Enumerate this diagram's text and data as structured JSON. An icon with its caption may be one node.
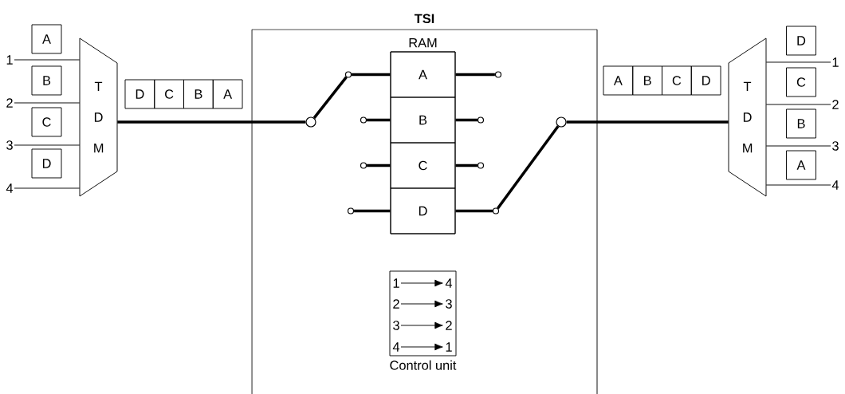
{
  "diagram": {
    "nodes": [
      {
        "text": [
          "TSI"
        ]
      },
      {
        "text": [
          "RAM"
        ],
        "in": 0
      },
      {
        "text": [
          "A"
        ],
        "in": 1
      },
      {
        "text": [
          "B"
        ],
        "in": 1
      },
      {
        "text": [
          "C"
        ],
        "in": 1
      },
      {
        "text": [
          "D"
        ],
        "in": 1
      },
      {
        "text": [
          "Control unit"
        ],
        "in": 0
      },
      {
        "text": [
          "1"
        ],
        "in": 6
      },
      {
        "text": [
          "4"
        ],
        "in": 6
      },
      {
        "text": [
          "2"
        ],
        "in": 6
      },
      {
        "text": [
          "3"
        ],
        "in": 6
      },
      {
        "text": [
          "3"
        ],
        "in": 6
      },
      {
        "text": [
          "2"
        ],
        "in": 6
      },
      {
        "text": [
          "4"
        ],
        "in": 6
      },
      {
        "text": [
          "1"
        ],
        "in": 6
      },
      {
        "text": [
          "T D M"
        ]
      },
      {
        "text": [
          "T D M"
        ]
      },
      {
        "text": [
          "1"
        ]
      },
      {
        "text": [
          "2"
        ]
      },
      {
        "text": [
          "3"
        ]
      },
      {
        "text": [
          "4"
        ]
      },
      {
        "text": [
          "A"
        ]
      },
      {
        "text": [
          "B"
        ]
      },
      {
        "text": [
          "C"
        ]
      },
      {
        "text": [
          "D"
        ]
      },
      {
        "text": [
          "D"
        ]
      },
      {
        "text": [
          "C"
        ]
      },
      {
        "text": [
          "B"
        ]
      },
      {
        "text": [
          "A"
        ]
      },
      {
        "text": [
          "A"
        ]
      },
      {
        "text": [
          "B"
        ]
      },
      {
        "text": [
          "C"
        ]
      },
      {
        "text": [
          "D"
        ]
      },
      {
        "text": [
          "D"
        ]
      },
      {
        "text": [
          "C"
        ]
      },
      {
        "text": [
          "B"
        ]
      },
      {
        "text": [
          "A"
        ]
      },
      {
        "text": [
          "1"
        ]
      },
      {
        "text": [
          "2"
        ]
      },
      {
        "text": [
          "3"
        ]
      },
      {
        "text": [
          "4"
        ]
      },
      {
        "text": [],
        "shape": "circle",
        "in": 0
      },
      {
        "text": [],
        "shape": "circle",
        "in": 0
      },
      {
        "text": [],
        "shape": "circle",
        "in": 0
      },
      {
        "text": [],
        "shape": "circle",
        "in": 0
      },
      {
        "text": [],
        "shape": "circle",
        "in": 0
      },
      {
        "text": [],
        "shape": "circle",
        "in": 0
      },
      {
        "text": [],
        "shape": "circle",
        "in": 0
      },
      {
        "text": [],
        "shape": "circle",
        "in": 0
      },
      {
        "text": [],
        "shape": "circle",
        "in": 0
      },
      {
        "text": [],
        "shape": "circle",
        "in": 0
      }
    ],
    "edges": [
      {
        "from": 17,
        "to": 15,
        "arrow": "none"
      },
      {
        "from": 18,
        "to": 15,
        "arrow": "none"
      },
      {
        "from": 19,
        "to": 15,
        "arrow": "none"
      },
      {
        "from": 20,
        "to": 15,
        "arrow": "none"
      },
      {
        "from": 15,
        "to": 41,
        "arrow": "none",
        "style": "thick"
      },
      {
        "from": 41,
        "to": 42,
        "arrow": "none",
        "style": "thick"
      },
      {
        "from": 42,
        "to": 2,
        "arrow": "none",
        "style": "thick"
      },
      {
        "from": 43,
        "to": 3,
        "arrow": "none",
        "style": "thick"
      },
      {
        "from": 44,
        "to": 4,
        "arrow": "none",
        "style": "thick"
      },
      {
        "from": 45,
        "to": 5,
        "arrow": "none",
        "style": "thick"
      },
      {
        "from": 2,
        "to": 46,
        "arrow": "none",
        "style": "thick"
      },
      {
        "from": 3,
        "to": 47,
        "arrow": "none",
        "style": "thick"
      },
      {
        "from": 4,
        "to": 48,
        "arrow": "none",
        "style": "thick"
      },
      {
        "from": 5,
        "to": 49,
        "arrow": "none",
        "style": "thick"
      },
      {
        "from": 49,
        "to": 50,
        "arrow": "none",
        "style": "thick"
      },
      {
        "from": 50,
        "to": 16,
        "arrow": "none",
        "style": "thick"
      },
      {
        "from": 16,
        "to": 37,
        "arrow": "none"
      },
      {
        "from": 16,
        "to": 38,
        "arrow": "none"
      },
      {
        "from": 16,
        "to": 39,
        "arrow": "none"
      },
      {
        "from": 16,
        "to": 40,
        "arrow": "none"
      },
      {
        "from": 7,
        "to": 8,
        "arrow": "to"
      },
      {
        "from": 9,
        "to": 10,
        "arrow": "to"
      },
      {
        "from": 11,
        "to": 12,
        "arrow": "to"
      },
      {
        "from": 13,
        "to": 14,
        "arrow": "to"
      }
    ]
  }
}
